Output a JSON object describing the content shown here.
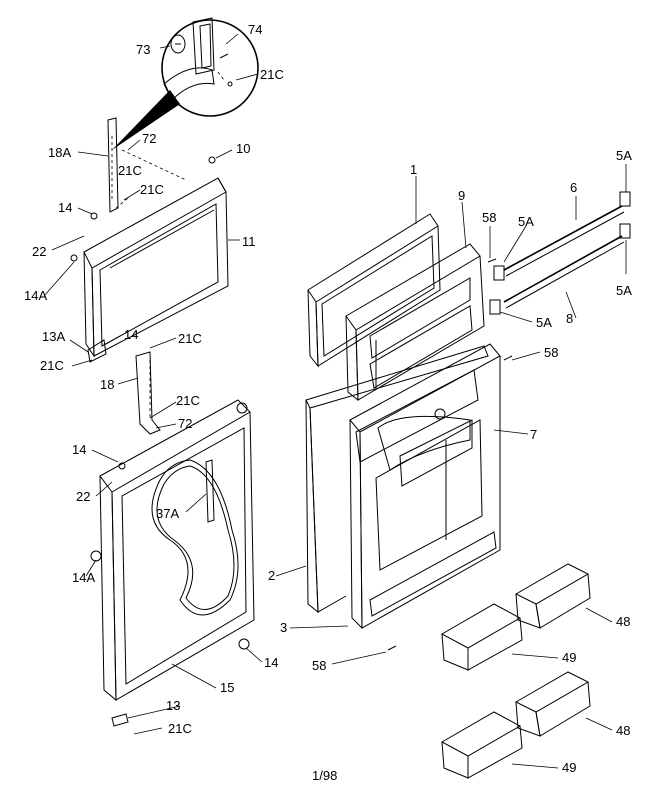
{
  "diagram": {
    "footer": "1/98",
    "callouts": {
      "c74": "74",
      "c73": "73",
      "c21C_top": "21C",
      "c72_top": "72",
      "c18A": "18A",
      "c21C_a": "21C",
      "c10": "10",
      "c21C_b": "21C",
      "c14_a": "14",
      "c11": "11",
      "c22_a": "22",
      "c14A_a": "14A",
      "c13A": "13A",
      "c14_b": "14",
      "c21C_c": "21C",
      "c21C_d": "21C",
      "c18": "18",
      "c21C_e": "21C",
      "c72_b": "72",
      "c14_c": "14",
      "c22_b": "22",
      "c37A": "37A",
      "c14A_b": "14A",
      "c14_d": "14",
      "c15": "15",
      "c13": "13",
      "c21C_f": "21C",
      "c1": "1",
      "c9": "9",
      "c58_a": "58",
      "c5A_a": "5A",
      "c6": "6",
      "c5A_b": "5A",
      "c5A_c": "5A",
      "c8": "8",
      "c5A_d": "5A",
      "c58_b": "58",
      "c7": "7",
      "c2": "2",
      "c3": "3",
      "c58_c": "58",
      "c48_a": "48",
      "c49_a": "49",
      "c48_b": "48",
      "c49_b": "49"
    }
  }
}
